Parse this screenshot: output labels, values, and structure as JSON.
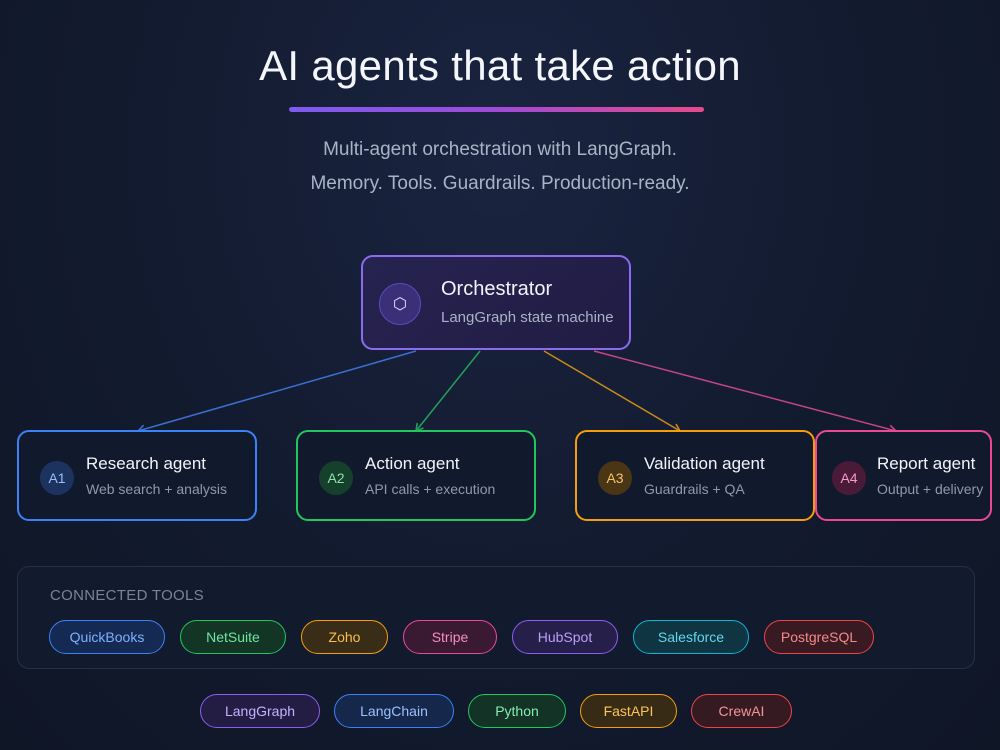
{
  "header": {
    "title": "AI agents that take action",
    "subtitle_line1": "Multi-agent orchestration with LangGraph.",
    "subtitle_line2": "Memory. Tools. Guardrails. Production-ready."
  },
  "orchestrator": {
    "icon": "hexagon-icon",
    "icon_glyph": "⬡",
    "title": "Orchestrator",
    "subtitle": "LangGraph state machine",
    "color": "#8b6cf0"
  },
  "agents": [
    {
      "id": "A1",
      "name": "Research agent",
      "desc": "Web search + analysis",
      "color": "#3b82f6"
    },
    {
      "id": "A2",
      "name": "Action agent",
      "desc": "API calls + execution",
      "color": "#22c55e"
    },
    {
      "id": "A3",
      "name": "Validation agent",
      "desc": "Guardrails + QA",
      "color": "#f59e0b"
    },
    {
      "id": "A4",
      "name": "Report agent",
      "desc": "Output + delivery",
      "color": "#ec4899"
    }
  ],
  "tools": {
    "label": "CONNECTED TOOLS",
    "items": [
      {
        "label": "QuickBooks",
        "color": "#3b82f6"
      },
      {
        "label": "NetSuite",
        "color": "#22c55e"
      },
      {
        "label": "Zoho",
        "color": "#f59e0b"
      },
      {
        "label": "Stripe",
        "color": "#ec4899"
      },
      {
        "label": "HubSpot",
        "color": "#8b5cf6"
      },
      {
        "label": "Salesforce",
        "color": "#06b6d4"
      },
      {
        "label": "PostgreSQL",
        "color": "#ef4444"
      }
    ]
  },
  "stack": {
    "items": [
      {
        "label": "LangGraph",
        "color": "#8b5cf6"
      },
      {
        "label": "LangChain",
        "color": "#3b82f6"
      },
      {
        "label": "Python",
        "color": "#22c55e"
      },
      {
        "label": "FastAPI",
        "color": "#f59e0b"
      },
      {
        "label": "CrewAI",
        "color": "#ef4444"
      }
    ]
  }
}
